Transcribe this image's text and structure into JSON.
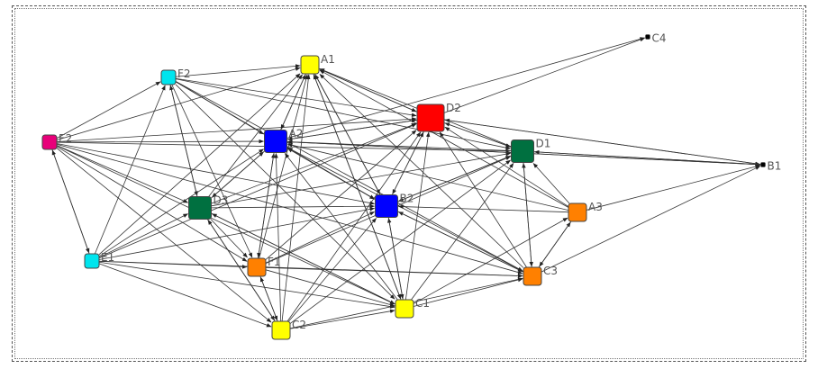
{
  "diagram": {
    "type": "directed-network",
    "nodes": [
      {
        "id": "A1",
        "label": "A1",
        "color": "#FFFF00",
        "size": "medium"
      },
      {
        "id": "A2",
        "label": "A2",
        "color": "#0000FF",
        "size": "large"
      },
      {
        "id": "A3",
        "label": "A3",
        "color": "#FF8000",
        "size": "medium"
      },
      {
        "id": "B1",
        "label": "B1",
        "color": "#000000",
        "size": "tiny"
      },
      {
        "id": "B2",
        "label": "B2",
        "color": "#0000FF",
        "size": "large"
      },
      {
        "id": "C1",
        "label": "C1",
        "color": "#FFFF00",
        "size": "medium"
      },
      {
        "id": "C2",
        "label": "C2",
        "color": "#FFFF00",
        "size": "medium"
      },
      {
        "id": "C3",
        "label": "C3",
        "color": "#FF8000",
        "size": "medium"
      },
      {
        "id": "C4",
        "label": "C4",
        "color": "#000000",
        "size": "tiny"
      },
      {
        "id": "D1",
        "label": "D1",
        "color": "#007040",
        "size": "large"
      },
      {
        "id": "D2",
        "label": "D2",
        "color": "#FF0000",
        "size": "xlarge"
      },
      {
        "id": "D3",
        "label": "D3",
        "color": "#007040",
        "size": "large"
      },
      {
        "id": "E1",
        "label": "E1",
        "color": "#00E5EE",
        "size": "small"
      },
      {
        "id": "E2",
        "label": "E2",
        "color": "#E8007A",
        "size": "small"
      },
      {
        "id": "F1",
        "label": "F1",
        "color": "#FF8000",
        "size": "medium"
      },
      {
        "id": "F2",
        "label": "F2",
        "color": "#00E5EE",
        "size": "small"
      }
    ],
    "edges": [
      [
        "E2",
        "F2"
      ],
      [
        "E2",
        "A1"
      ],
      [
        "E2",
        "A2"
      ],
      [
        "E2",
        "D2"
      ],
      [
        "E2",
        "D1"
      ],
      [
        "E2",
        "B2"
      ],
      [
        "E2",
        "D3"
      ],
      [
        "E2",
        "E1"
      ],
      [
        "E2",
        "F1"
      ],
      [
        "E2",
        "C2"
      ],
      [
        "E2",
        "C1"
      ],
      [
        "E2",
        "C3"
      ],
      [
        "F2",
        "A1"
      ],
      [
        "F2",
        "A2"
      ],
      [
        "F2",
        "D2"
      ],
      [
        "F2",
        "D1"
      ],
      [
        "F2",
        "B2"
      ],
      [
        "F2",
        "D3"
      ],
      [
        "F2",
        "C1"
      ],
      [
        "F2",
        "F1"
      ],
      [
        "F2",
        "C3"
      ],
      [
        "E1",
        "F2"
      ],
      [
        "E1",
        "A1"
      ],
      [
        "E1",
        "A2"
      ],
      [
        "E1",
        "D3"
      ],
      [
        "E1",
        "F1"
      ],
      [
        "E1",
        "C2"
      ],
      [
        "E1",
        "C1"
      ],
      [
        "E1",
        "D2"
      ],
      [
        "E1",
        "B2"
      ],
      [
        "E1",
        "C3"
      ],
      [
        "E1",
        "E2"
      ],
      [
        "D3",
        "F2"
      ],
      [
        "D3",
        "A1"
      ],
      [
        "D3",
        "A2"
      ],
      [
        "D3",
        "D2"
      ],
      [
        "D3",
        "B2"
      ],
      [
        "D3",
        "D1"
      ],
      [
        "D3",
        "C2"
      ],
      [
        "D3",
        "F1"
      ],
      [
        "D3",
        "C1"
      ],
      [
        "F1",
        "A1"
      ],
      [
        "F1",
        "A2"
      ],
      [
        "F1",
        "D2"
      ],
      [
        "F1",
        "B2"
      ],
      [
        "F1",
        "C3"
      ],
      [
        "F1",
        "C1"
      ],
      [
        "F1",
        "C2"
      ],
      [
        "F1",
        "D1"
      ],
      [
        "C2",
        "A1"
      ],
      [
        "C2",
        "A2"
      ],
      [
        "C2",
        "D3"
      ],
      [
        "C2",
        "F1"
      ],
      [
        "C2",
        "B2"
      ],
      [
        "C2",
        "C1"
      ],
      [
        "C2",
        "D1"
      ],
      [
        "C2",
        "C3"
      ],
      [
        "C2",
        "D2"
      ],
      [
        "C1",
        "A1"
      ],
      [
        "C1",
        "A2"
      ],
      [
        "C1",
        "D2"
      ],
      [
        "C1",
        "B2"
      ],
      [
        "C1",
        "D1"
      ],
      [
        "C1",
        "C3"
      ],
      [
        "C1",
        "A3"
      ],
      [
        "C1",
        "D3"
      ],
      [
        "C3",
        "D1"
      ],
      [
        "C3",
        "B2"
      ],
      [
        "C3",
        "A2"
      ],
      [
        "C3",
        "A3"
      ],
      [
        "C3",
        "B1"
      ],
      [
        "C3",
        "D2"
      ],
      [
        "C3",
        "A1"
      ],
      [
        "A3",
        "D1"
      ],
      [
        "A3",
        "D2"
      ],
      [
        "A3",
        "B2"
      ],
      [
        "A3",
        "A2"
      ],
      [
        "A3",
        "B1"
      ],
      [
        "A3",
        "C3"
      ],
      [
        "A3",
        "A1"
      ],
      [
        "D1",
        "D2"
      ],
      [
        "D1",
        "A2"
      ],
      [
        "D1",
        "B2"
      ],
      [
        "D1",
        "B1"
      ],
      [
        "D1",
        "A1"
      ],
      [
        "D1",
        "C3"
      ],
      [
        "D2",
        "A1"
      ],
      [
        "D2",
        "A2"
      ],
      [
        "D2",
        "B2"
      ],
      [
        "D2",
        "B1"
      ],
      [
        "D2",
        "C4"
      ],
      [
        "D2",
        "D1"
      ],
      [
        "B2",
        "A1"
      ],
      [
        "B2",
        "A2"
      ],
      [
        "B2",
        "D2"
      ],
      [
        "B2",
        "D1"
      ],
      [
        "B2",
        "C1"
      ],
      [
        "B2",
        "C3"
      ],
      [
        "A2",
        "A1"
      ],
      [
        "A2",
        "D2"
      ],
      [
        "A2",
        "B1"
      ],
      [
        "A2",
        "C4"
      ],
      [
        "A2",
        "B2"
      ],
      [
        "A2",
        "F1"
      ],
      [
        "A2",
        "D3"
      ],
      [
        "A1",
        "A2"
      ],
      [
        "A1",
        "D2"
      ],
      [
        "A1",
        "B2"
      ],
      [
        "A1",
        "C1"
      ],
      [
        "B1",
        "D2"
      ],
      [
        "B1",
        "D1"
      ],
      [
        "B1",
        "A2"
      ]
    ]
  }
}
